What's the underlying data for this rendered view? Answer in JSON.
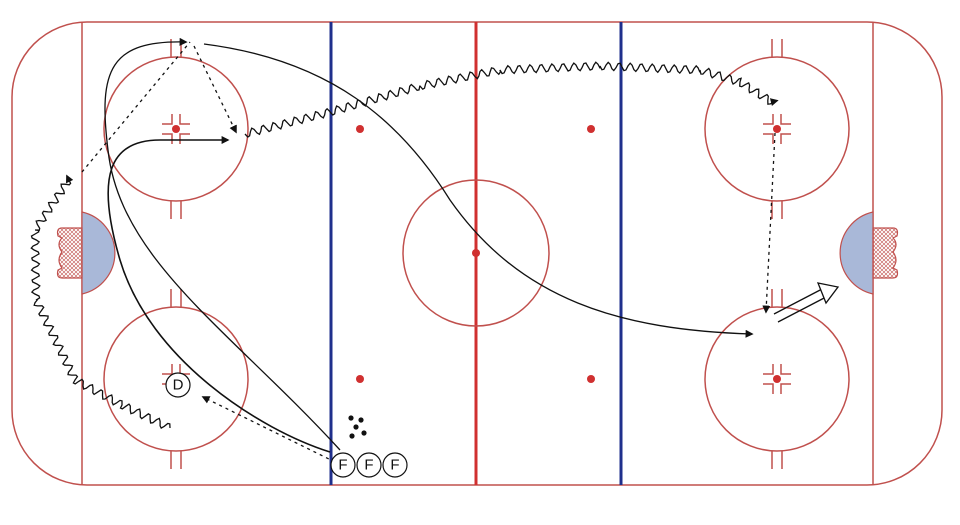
{
  "colors": {
    "boards": "#c0504d",
    "red_line": "#d03030",
    "blue_line": "#1f2f8c",
    "crease": "#a9b8d8",
    "path": "#111111",
    "background": "#ffffff"
  },
  "players": {
    "defense": {
      "label": "D"
    },
    "forwards": [
      {
        "label": "F"
      },
      {
        "label": "F"
      },
      {
        "label": "F"
      }
    ]
  },
  "pucks": {
    "count": 5
  },
  "legend_icons": {
    "skate": "solid-arrow-icon",
    "skate_with_puck": "wavy-arrow-icon",
    "pass": "dotted-arrow-icon",
    "shot": "double-arrow-icon"
  }
}
